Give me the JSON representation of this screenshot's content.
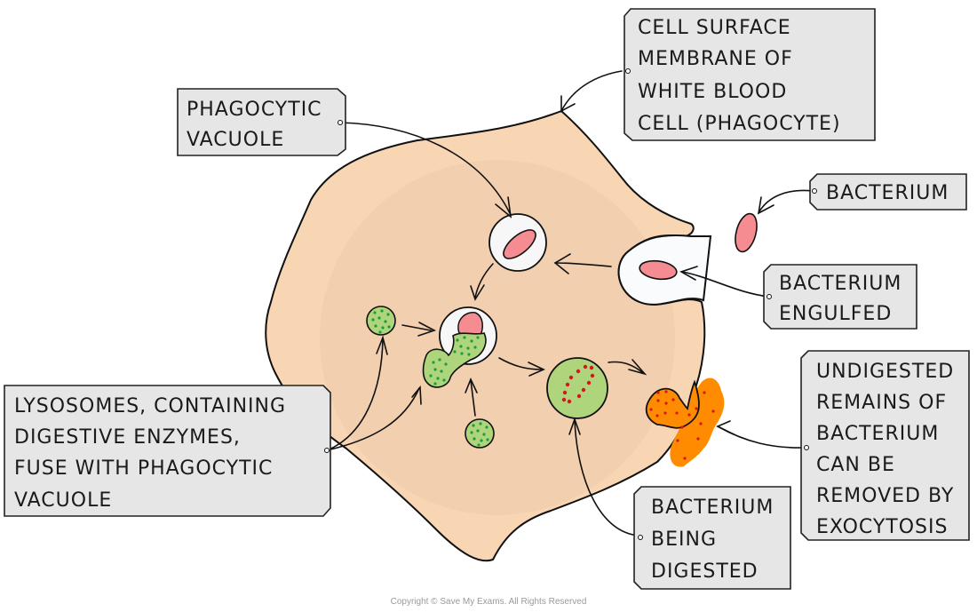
{
  "title": "Phagocytosis by a white blood cell (phagocyte)",
  "colors": {
    "cytoplasm": "#f8d6b4",
    "vacuole": "#f7f7f7",
    "bacterium": "#f48c91",
    "lysosome": "#afd57c",
    "lysosome_dots": "#1a9e40",
    "digest_dots": "#d9141f",
    "undigested": "#ff8c00",
    "label_bg": "#e6e6e6"
  },
  "labels": {
    "cell_membrane": [
      "CELL  SURFACE",
      "MEMBRANE  OF",
      "WHITE  BLOOD",
      "CELL  (PHAGOCYTE)"
    ],
    "phagocytic_vacuole": [
      "PHAGOCYTIC",
      "VACUOLE"
    ],
    "bacterium": [
      "BACTERIUM"
    ],
    "bacterium_engulfed": [
      "BACTERIUM",
      "ENGULFED"
    ],
    "lysosomes": [
      "LYSOSOMES,  CONTAINING",
      "DIGESTIVE  ENZYMES,",
      "FUSE  WITH  PHAGOCYTIC",
      "VACUOLE"
    ],
    "undigested": [
      "UNDIGESTED",
      "REMAINS  OF",
      "BACTERIUM",
      "CAN  BE",
      "REMOVED  BY",
      "EXOCYTOSIS"
    ],
    "being_digested": [
      "BACTERIUM",
      "BEING",
      "DIGESTED"
    ]
  },
  "copyright": "Copyright © Save My Exams. All Rights Reserved"
}
